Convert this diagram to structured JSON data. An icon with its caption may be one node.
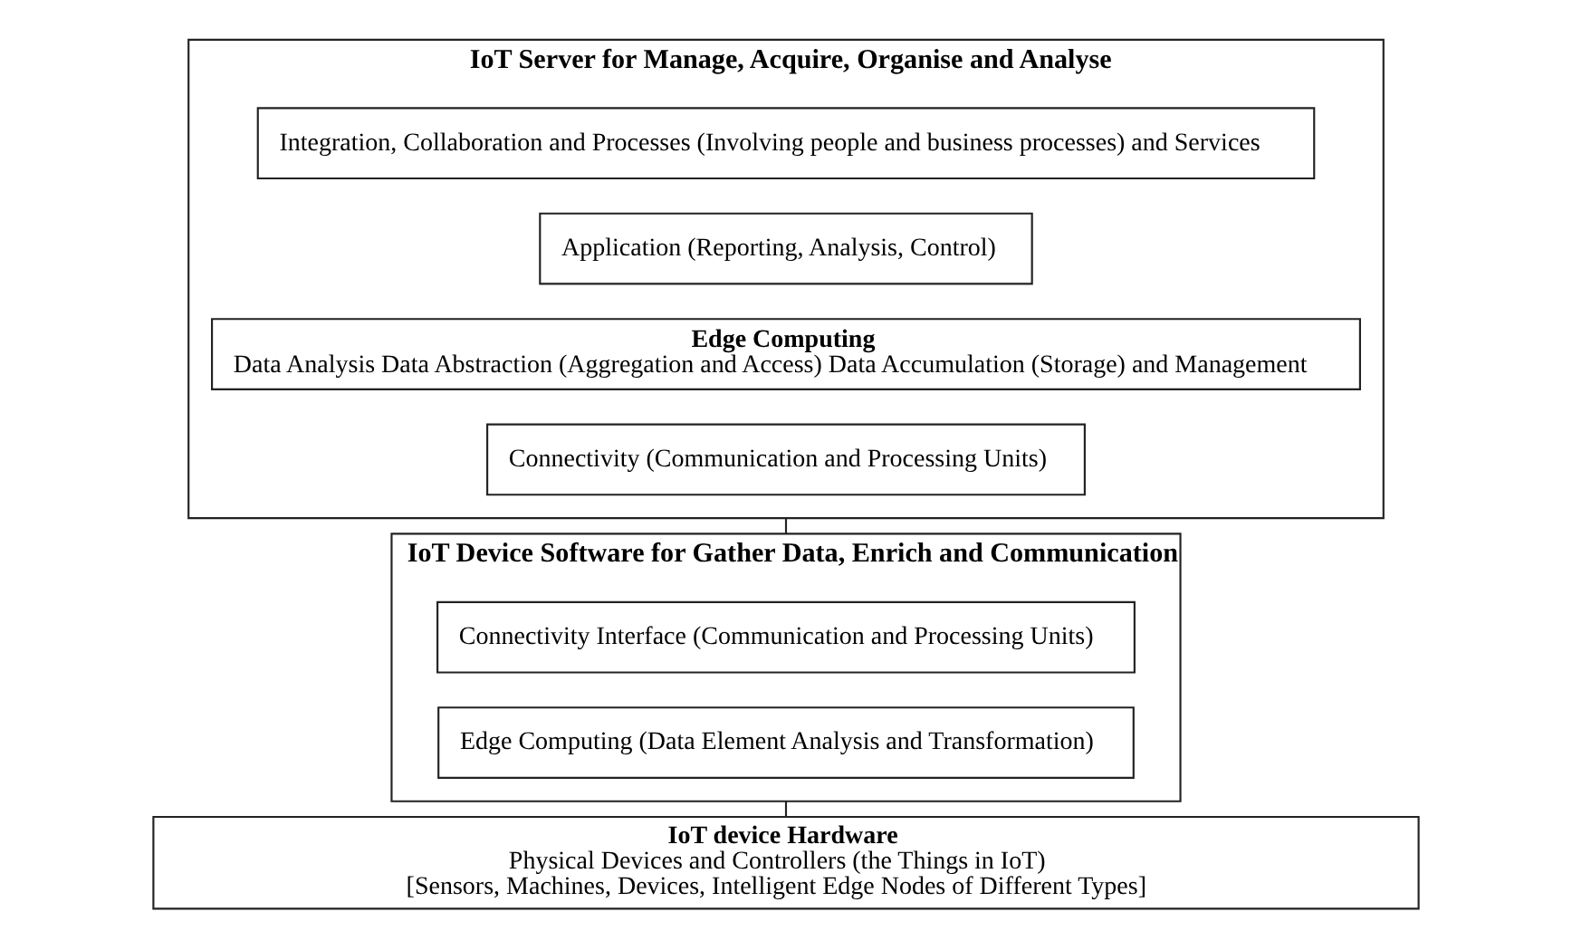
{
  "diagram": {
    "nodes": [
      {
        "text": [
          "IoT Server for Manage, Acquire, Organise and Analyse"
        ]
      },
      {
        "text": [
          "Integration, Collaboration and Processes (Involving people and business processes) and Services"
        ],
        "in": 0
      },
      {
        "text": [
          "Application (Reporting, Analysis, Control)"
        ],
        "in": 0
      },
      {
        "text": [
          "Edge Computing",
          "Data Analysis Data Abstraction (Aggregation and Access) Data Accumulation (Storage) and Management"
        ],
        "in": 0
      },
      {
        "text": [
          "Connectivity (Communication and Processing Units)"
        ],
        "in": 0
      },
      {
        "text": [
          "IoT Device Software for Gather Data, Enrich and Communication"
        ]
      },
      {
        "text": [
          "Connectivity Interface (Communication and Processing Units)"
        ],
        "in": 5
      },
      {
        "text": [
          "Edge Computing (Data Element Analysis and Transformation)"
        ],
        "in": 5
      },
      {
        "text": [
          "IoT device Hardware",
          "Physical Devices and Controllers (the Things in IoT)",
          "[Sensors, Machines, Devices, Intelligent Edge Nodes of Different Types]"
        ]
      }
    ],
    "edges": [
      {
        "from": 0,
        "to": 5,
        "arrow": "none"
      },
      {
        "from": 5,
        "to": 8,
        "arrow": "none"
      }
    ]
  }
}
